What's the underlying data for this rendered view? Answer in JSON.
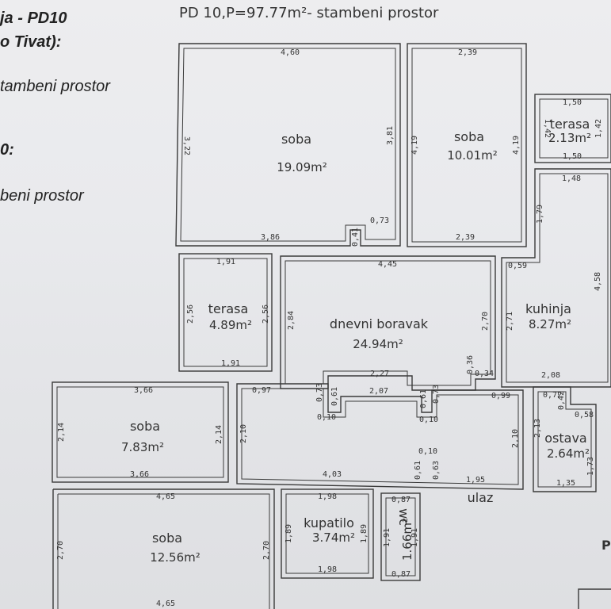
{
  "left_lines": {
    "line1": "ja - PD10",
    "line2": "o Tivat):",
    "line3": "tambeni prostor",
    "line4": "0:",
    "line5": "beni prostor"
  },
  "header": "PD 10,P=97.77m²- stambeni prostor",
  "rooms": {
    "soba1": {
      "name": "soba",
      "area": "19.09m²"
    },
    "soba2": {
      "name": "soba",
      "area": "10.01m²"
    },
    "terasa1": {
      "name": "terasa",
      "area": "2.13m²"
    },
    "terasa2": {
      "name": "terasa",
      "area": "4.89m²"
    },
    "dnevni": {
      "name": "dnevni boravak",
      "area": "24.94m²"
    },
    "kuhinja": {
      "name": "kuhinja",
      "area": "8.27m²"
    },
    "soba3": {
      "name": "soba",
      "area": "7.83m²"
    },
    "ostava": {
      "name": "ostava",
      "area": "2.64m²"
    },
    "soba4": {
      "name": "soba",
      "area": "12.56m²"
    },
    "kupatilo": {
      "name": "kupatilo",
      "area": "3.74m²"
    },
    "wc": {
      "name": "wc",
      "area": "1.66m²"
    }
  },
  "labels": {
    "ulaz": "ulaz",
    "p": "P"
  },
  "dims": {
    "d460": "4,60",
    "d239t": "2,39",
    "d150t": "1,50",
    "d142a": "1,42",
    "d142b": "1,42",
    "d150b": "1,50",
    "d322": "3,22",
    "d381": "3,81",
    "d419a": "4,19",
    "d419b": "4,19",
    "d073": "0,73",
    "d041": "0,41",
    "d386": "3,86",
    "d239b": "2,39",
    "d148": "1,48",
    "d179": "1,79",
    "d458": "4,58",
    "d191t": "1,91",
    "d256a": "2,56",
    "d256b": "2,56",
    "d191b": "1,91",
    "d445": "4,45",
    "d059": "0,59",
    "d284": "2,84",
    "d270a": "2,70",
    "d271": "2,71",
    "d208": "2,08",
    "d036": "0,36",
    "d034": "0,34",
    "d227": "2,27",
    "d207": "2,07",
    "d366t": "3,66",
    "d214a": "2,14",
    "d214b": "2,14",
    "d366b": "3,66",
    "d097": "0,97",
    "d210a": "2,10",
    "d073b": "0,73",
    "d061a": "0,61",
    "d061b": "0,61",
    "d073c": "0,73",
    "d010a": "0,10",
    "d010b": "0,10",
    "d010c": "0,10",
    "d403": "4,03",
    "d061c": "0,61",
    "d063": "0,63",
    "d099": "0,99",
    "d210b": "2,10",
    "d195": "1,95",
    "d072": "0,72",
    "d042": "0,42",
    "d058": "0,58",
    "d213": "2,13",
    "d173": "1,73",
    "d135": "1,35",
    "d465t": "4,65",
    "d270b": "2,70",
    "d270c": "2,70",
    "d465b": "4,65",
    "d198t": "1,98",
    "d189a": "1,89",
    "d189b": "1,89",
    "d198b": "1,98",
    "d087t": "0,87",
    "d191w": "1,91",
    "d191x": "1,91",
    "d087b": "0,87"
  }
}
